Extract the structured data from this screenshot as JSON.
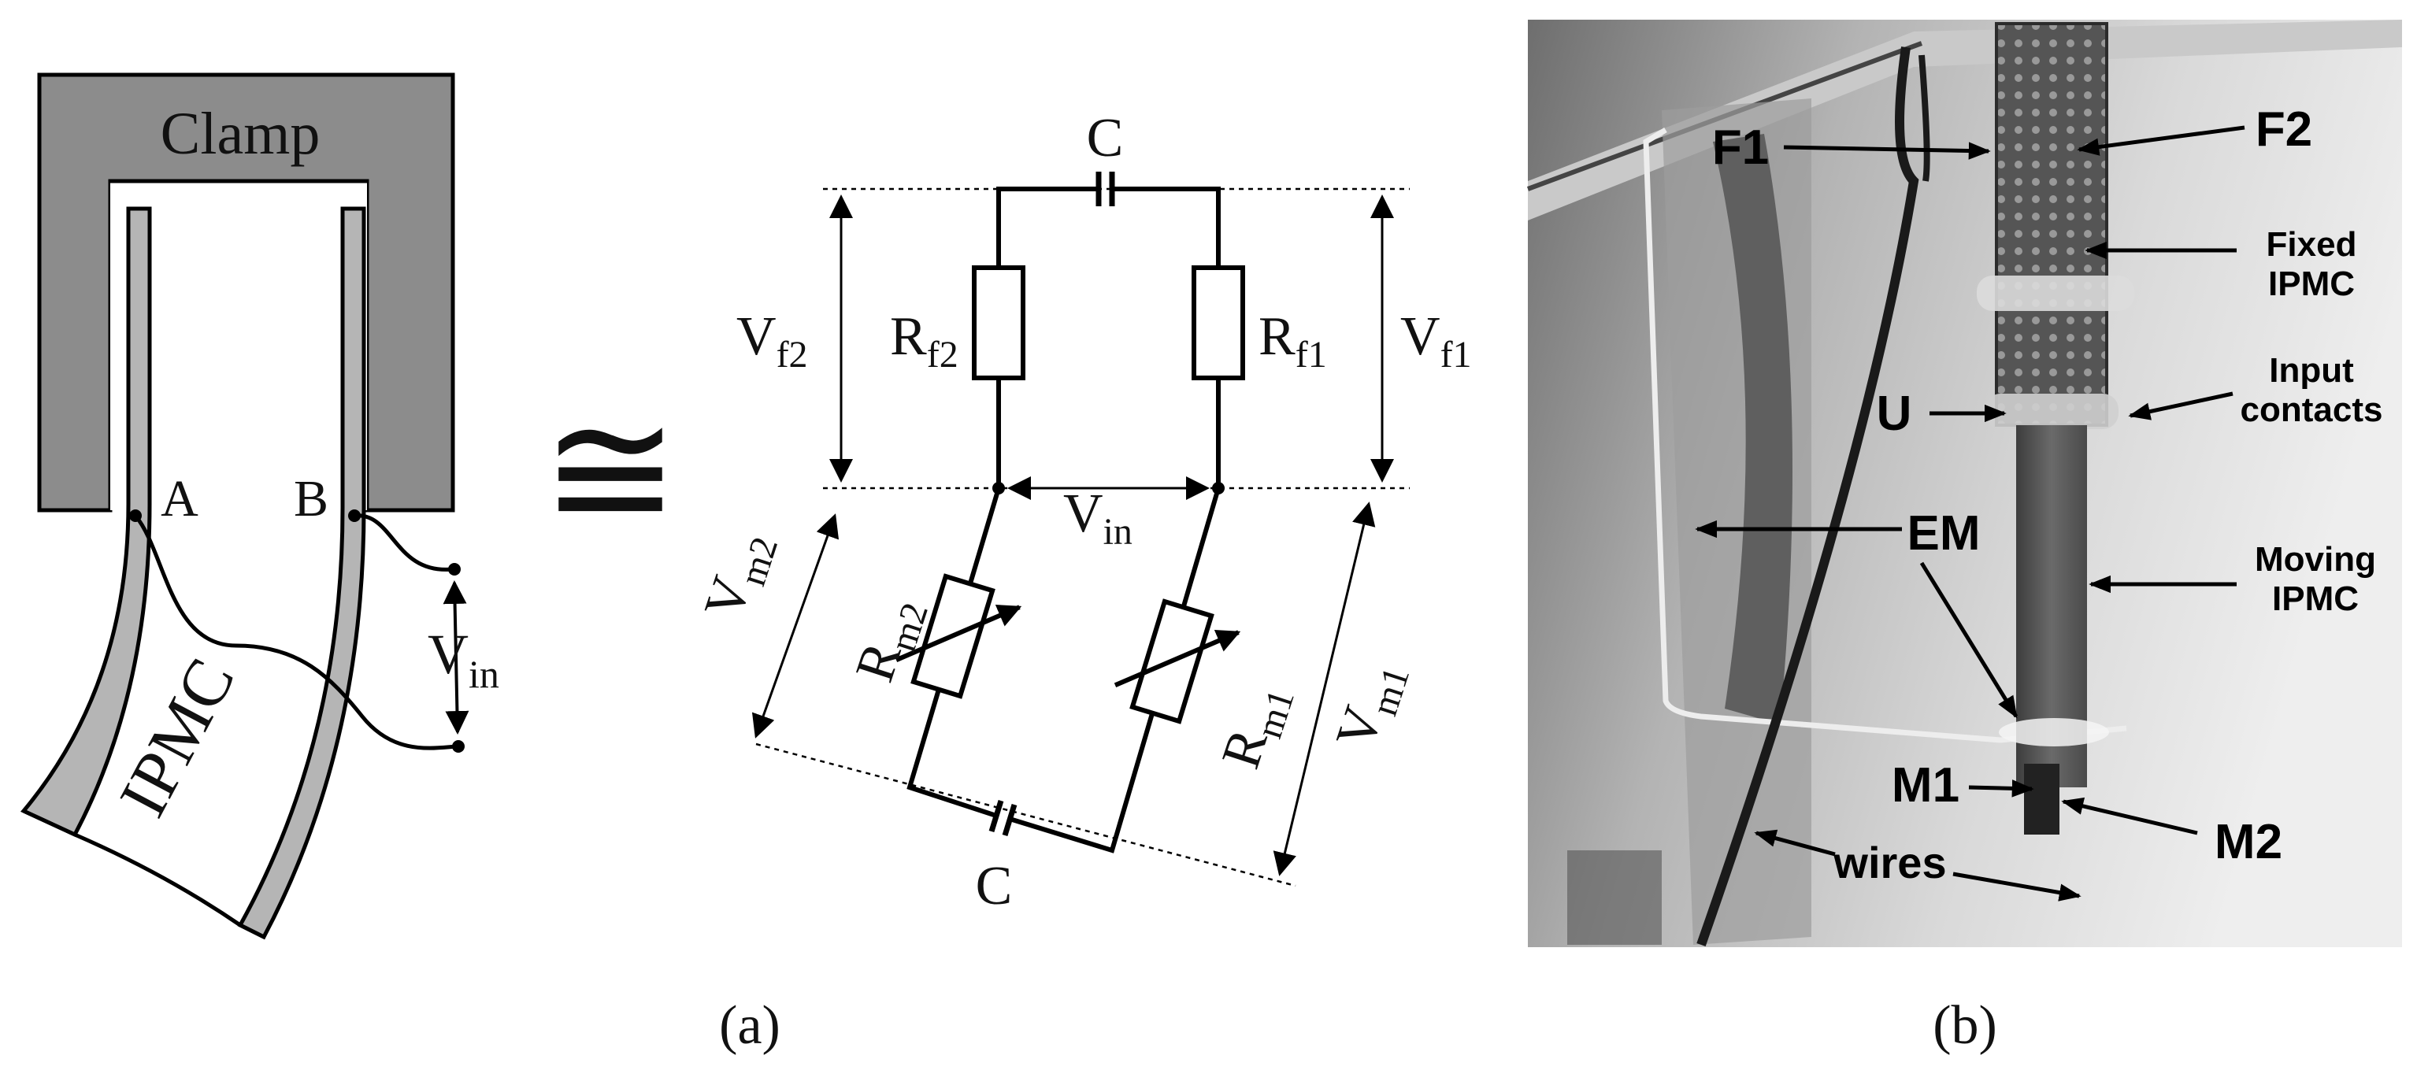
{
  "panel_a": {
    "caption": "(a)",
    "clamp_label": "Clamp",
    "ipmc_label": "IPMC",
    "point_a": "A",
    "point_b": "B",
    "vin_main": "V",
    "vin_sub": "in",
    "approx_symbol": "≅",
    "circuit": {
      "cap_top": "C",
      "cap_bottom": "C",
      "r_main": "R",
      "v_main": "V",
      "rf2_sub": "f2",
      "rf1_sub": "f1",
      "rm2_sub": "m2",
      "rm1_sub": "m1",
      "vf2_sub": "f2",
      "vf1_sub": "f1",
      "vm2_sub": "m2",
      "vm1_sub": "m1",
      "vin_main": "V",
      "vin_sub": "in"
    }
  },
  "panel_b": {
    "caption": "(b)",
    "labels": {
      "f1": "F1",
      "f2": "F2",
      "fixed_1": "Fixed",
      "fixed_2": "IPMC",
      "input_1": "Input",
      "input_2": "contacts",
      "u": "U",
      "em": "EM",
      "moving_1": "Moving",
      "moving_2": "IPMC",
      "m1": "M1",
      "m2": "M2",
      "wires": "wires"
    }
  }
}
